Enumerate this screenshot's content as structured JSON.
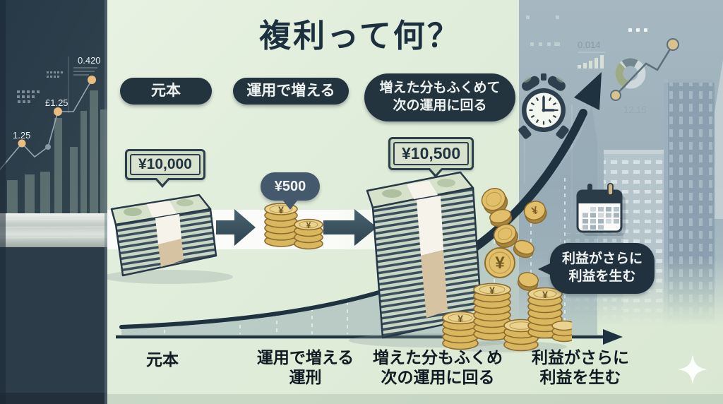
{
  "title": "複利って何？",
  "steps": [
    {
      "label": "元本"
    },
    {
      "label": "運用で増える"
    },
    {
      "label_line1": "増えた分もふくめて",
      "label_line2": "次の運用に回る"
    }
  ],
  "amounts": {
    "principal": "¥10,000",
    "gain": "¥500",
    "total": "¥10,500"
  },
  "bubble": {
    "line1": "利益がさらに",
    "line2": "利益を生む"
  },
  "axis_labels": [
    {
      "line1": "元本",
      "line2": ""
    },
    {
      "line1": "運用で増える",
      "line2": "運刑"
    },
    {
      "line1": "増えた分もふくめ",
      "line2": "次の運用に回る"
    },
    {
      "line1": "利益がさらに",
      "line2": "利益を生む"
    }
  ],
  "symbols": {
    "yen": "¥"
  },
  "decor": {
    "left_chart": {
      "values": [
        "0.420",
        "£1.25",
        "1.25"
      ]
    },
    "right_chart": {
      "values": [
        "0.014",
        "12.15"
      ]
    }
  },
  "icons": [
    "alarm-clock-icon",
    "calendar-icon",
    "money-stack-icon",
    "coin-stack-icon",
    "falling-coins-icon",
    "growth-arrow-icon",
    "donut-chart-icon",
    "mini-bar-chart-icon",
    "line-chart-icon",
    "city-skyline-icon",
    "sparkle-icon"
  ],
  "colors": {
    "background_green": "#e2eedd",
    "panel_dark": "#2c3c49",
    "accent_navy": "#24343f",
    "bubble_slate": "#44596b",
    "coin_gold": "#e2bf6a",
    "bill_green": "#ccd9c6",
    "band_silver": "#c3cbc6",
    "right_panel_gray": "#a3b4bf",
    "curve_navy": "#1f3240",
    "label_text": "#0f1a22"
  }
}
